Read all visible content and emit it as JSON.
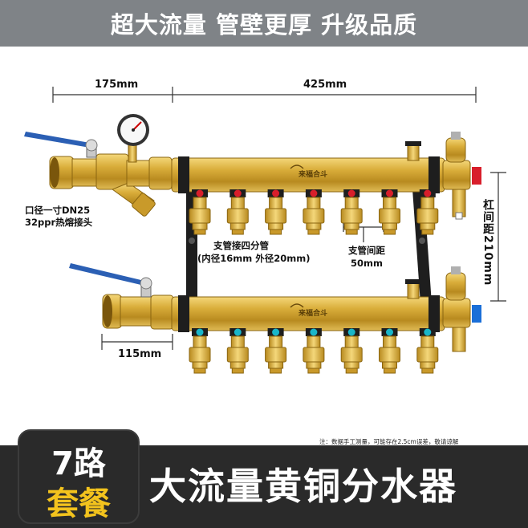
{
  "banner": {
    "title": "超大流量  管壁更厚  升级品质"
  },
  "dimensions": {
    "left_span": "175mm",
    "right_span": "425mm",
    "bottom_span": "115mm",
    "bar_spacing": "杠间距210mm"
  },
  "notes": {
    "inlet_line1": "口径一寸DN25",
    "inlet_line2": "32ppr热熔接头",
    "branch_line1": "支管接四分管",
    "branch_line2": "(内径16mm  外径20mm)",
    "spacing_line1": "支管间距",
    "spacing_line2": "50mm",
    "brand": "来福合斗",
    "disclaimer": "注：数据手工测量，可能存在2.5cm误差，敬请谅解"
  },
  "badge": {
    "line1": "7路",
    "line2": "套餐"
  },
  "bottom_title": "大流量黄铜分水器",
  "colors": {
    "brass": "#d4a62e",
    "brass_dark": "#9a7212",
    "banner_bg": "#7f8387",
    "badge_gold": "#f3c31d",
    "valve_red": "#d81e2b",
    "valve_blue": "#1a6fd8",
    "handle_blue": "#2b5fb4",
    "bracket_black": "#1e1e1e"
  },
  "product": {
    "outlets": 7
  }
}
